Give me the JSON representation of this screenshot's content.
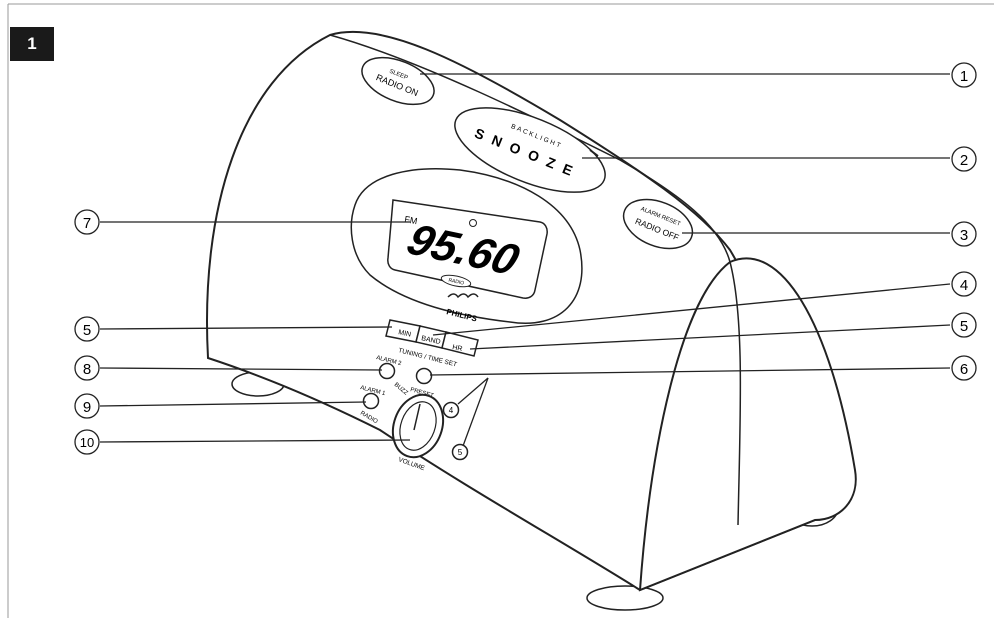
{
  "figure": {
    "label": "1"
  },
  "device": {
    "brand": "PHILIPS",
    "display": {
      "band": "FM",
      "frequency": "95.60",
      "indicator": "RADIO"
    },
    "buttons": {
      "sleep": {
        "top": "SLEEP",
        "bottom": "RADIO ON"
      },
      "snooze": {
        "top": "BACKLIGHT",
        "main": "SNOOZE"
      },
      "alarm_reset": {
        "top": "ALARM RESET",
        "bottom": "RADIO OFF"
      },
      "min": "MIN",
      "band": "BAND",
      "hr": "HR",
      "tuning_time_set": "TUNING / TIME SET",
      "alarm2": {
        "label": "ALARM 2",
        "sub": "BUZZ"
      },
      "alarm1": {
        "label": "ALARM 1",
        "sub": "RADIO"
      },
      "preset": "PRESET",
      "preset_a": "4",
      "preset_b": "5",
      "volume": "VOLUME"
    }
  },
  "callouts": [
    {
      "id": "1"
    },
    {
      "id": "2"
    },
    {
      "id": "3"
    },
    {
      "id": "7"
    },
    {
      "id": "4"
    },
    {
      "id": "5"
    },
    {
      "id": "5"
    },
    {
      "id": "8"
    },
    {
      "id": "6"
    },
    {
      "id": "9"
    },
    {
      "id": "10"
    }
  ]
}
